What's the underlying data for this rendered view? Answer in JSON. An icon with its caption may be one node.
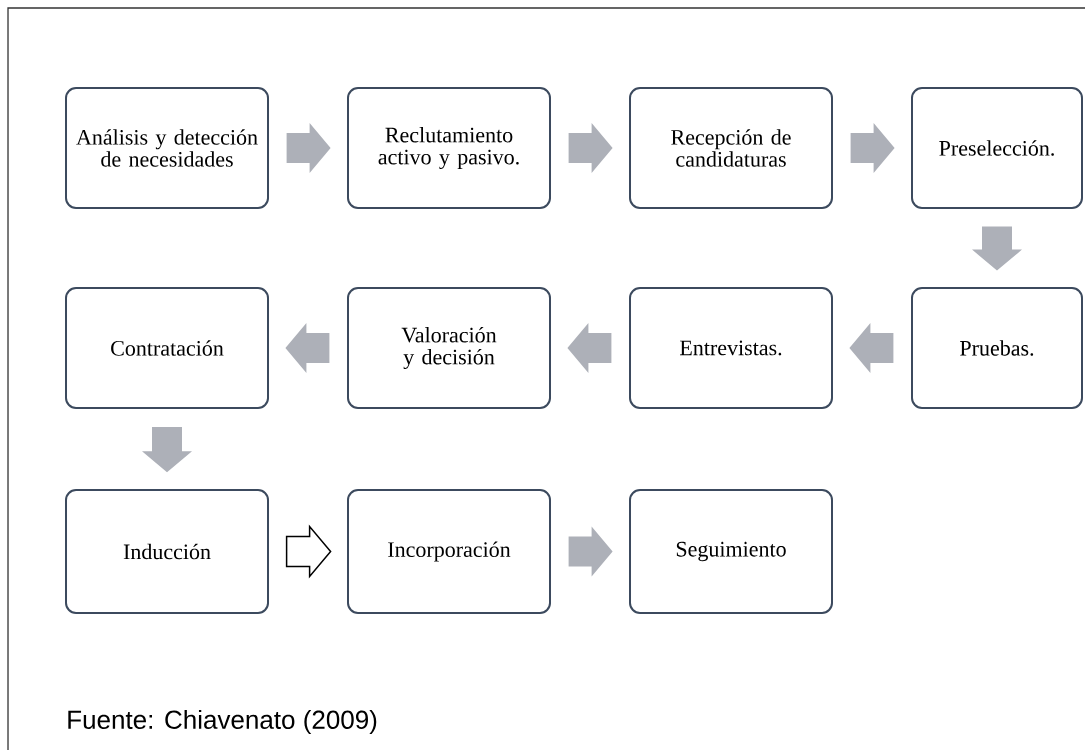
{
  "diagram": {
    "caption": "Fuente: Chiavenato (2009)",
    "nodes": [
      {
        "text": [
          "Análisis y detección de necesidades"
        ]
      },
      {
        "text": [
          "Reclutamiento activo y pasivo."
        ]
      },
      {
        "text": [
          "Recepción de candidaturas"
        ]
      },
      {
        "text": [
          "Preselección."
        ]
      },
      {
        "text": [
          "Contratación"
        ]
      },
      {
        "text": [
          "Valoración y decisión"
        ]
      },
      {
        "text": [
          "Entrevistas."
        ]
      },
      {
        "text": [
          "Pruebas."
        ]
      },
      {
        "text": [
          "Inducción"
        ]
      },
      {
        "text": [
          "Incorporación"
        ]
      },
      {
        "text": [
          "Seguimiento"
        ]
      }
    ],
    "edges": [
      {
        "from": 0,
        "to": 1,
        "arrow": "to"
      },
      {
        "from": 1,
        "to": 2,
        "arrow": "to"
      },
      {
        "from": 2,
        "to": 3,
        "arrow": "to"
      },
      {
        "from": 3,
        "to": 7,
        "arrow": "to"
      },
      {
        "from": 7,
        "to": 6,
        "arrow": "to"
      },
      {
        "from": 6,
        "to": 5,
        "arrow": "to"
      },
      {
        "from": 5,
        "to": 4,
        "arrow": "to"
      },
      {
        "from": 4,
        "to": 8,
        "arrow": "to"
      },
      {
        "from": 8,
        "to": 9,
        "arrow": "to",
        "color": "#ffffff"
      },
      {
        "from": 9,
        "to": 10,
        "arrow": "to"
      }
    ]
  }
}
